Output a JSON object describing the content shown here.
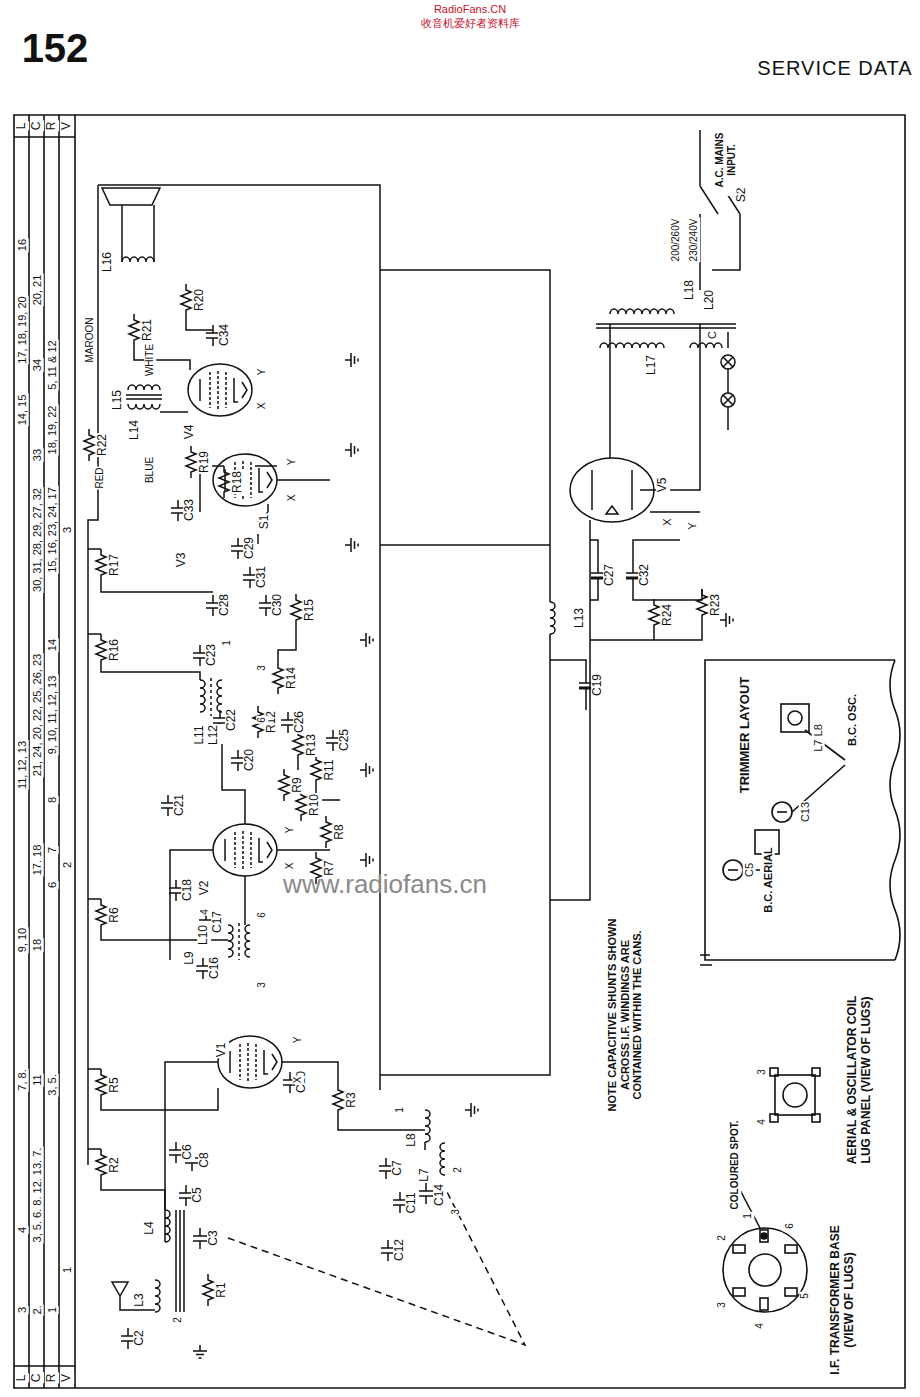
{
  "diagram": {
    "labels": [
      "152",
      "SERVICE DATA",
      "RadioFans.CN",
      "收音机爱好者资料库",
      "www.radiofans.cn",
      "L",
      "C",
      "R",
      "V",
      "L",
      "C",
      "R",
      "V",
      "3",
      "4",
      "7, 8.",
      "9, 10",
      "11, 12, 13",
      "14, 15",
      "17, 18, 19, 20",
      "16",
      "2.",
      "3, 5. 6. 8. 12. 13. 7.",
      "11",
      "18",
      "17. 18",
      "21, 24, 20, 22, 25, 26, 23",
      "30, 31, 28, 29, 27, 32",
      "33",
      "34",
      "20, 21",
      "1",
      "3, 5.",
      "6",
      "7",
      "8",
      "9, 10, 11, 12, 13",
      "14",
      "15, 16, 23, 24, 17",
      "18, 19, 22",
      "5, 11 & 12",
      "1",
      "2",
      "3",
      "L16",
      "R21",
      "R20",
      "C34",
      "MAROON",
      "WHITE",
      "L15",
      "L14",
      "R22",
      "RED",
      "BLUE",
      "V4",
      "R19",
      "R18",
      "C33",
      "R17",
      "V3",
      "R16",
      "C28",
      "C29",
      "S1",
      "C31",
      "C30",
      "R15",
      "R14",
      "C26",
      "R13",
      "R11",
      "R9",
      "R10",
      "C25",
      "C20",
      "R12",
      "C22",
      "L11",
      "L12",
      "C23",
      "C21",
      "L13",
      "C19",
      "C27",
      "C32",
      "R23",
      "R24",
      "R8",
      "R7",
      "V2",
      "C18",
      "R6",
      "C17",
      "L10",
      "L9",
      "C16",
      "R5",
      "C10",
      "L8",
      "C7",
      "L7",
      "C14",
      "C11",
      "C12",
      "V1",
      "R3",
      "R2",
      "R1",
      "C6",
      "C8",
      "C5",
      "C3",
      "L4",
      "L3",
      "C2",
      "V5",
      "L17",
      "L18",
      "L20",
      "200/260V",
      "230/240V",
      "C",
      "S2",
      "A.C. MAINS INPUT.",
      "X",
      "Y",
      "TRIMMER LAYOUT",
      "B.C. AERIAL",
      "C5",
      "C13",
      "L7 L8",
      "B.C. OSC.",
      "NOTE CAPACITIVE SHUNTS SHOWN ACROSS I.F. WINDINGS ARE CONTAINED WITHIN THE CANS.",
      "COLOURED SPOT.",
      "I.F. TRANSFORMER BASE (VIEW OF LUGS)",
      "AERIAL & OSCILLATOR COIL LUG PANEL (VIEW OF LUGS)",
      "2",
      "1",
      "6",
      "3",
      "4",
      "5",
      "3",
      "4",
      "1",
      "3",
      "6",
      "4",
      "6",
      "3",
      "1",
      "2",
      "3",
      "2",
      "Y",
      "X",
      "Y",
      "X",
      "Y",
      "X",
      "Y",
      "X"
    ]
  }
}
